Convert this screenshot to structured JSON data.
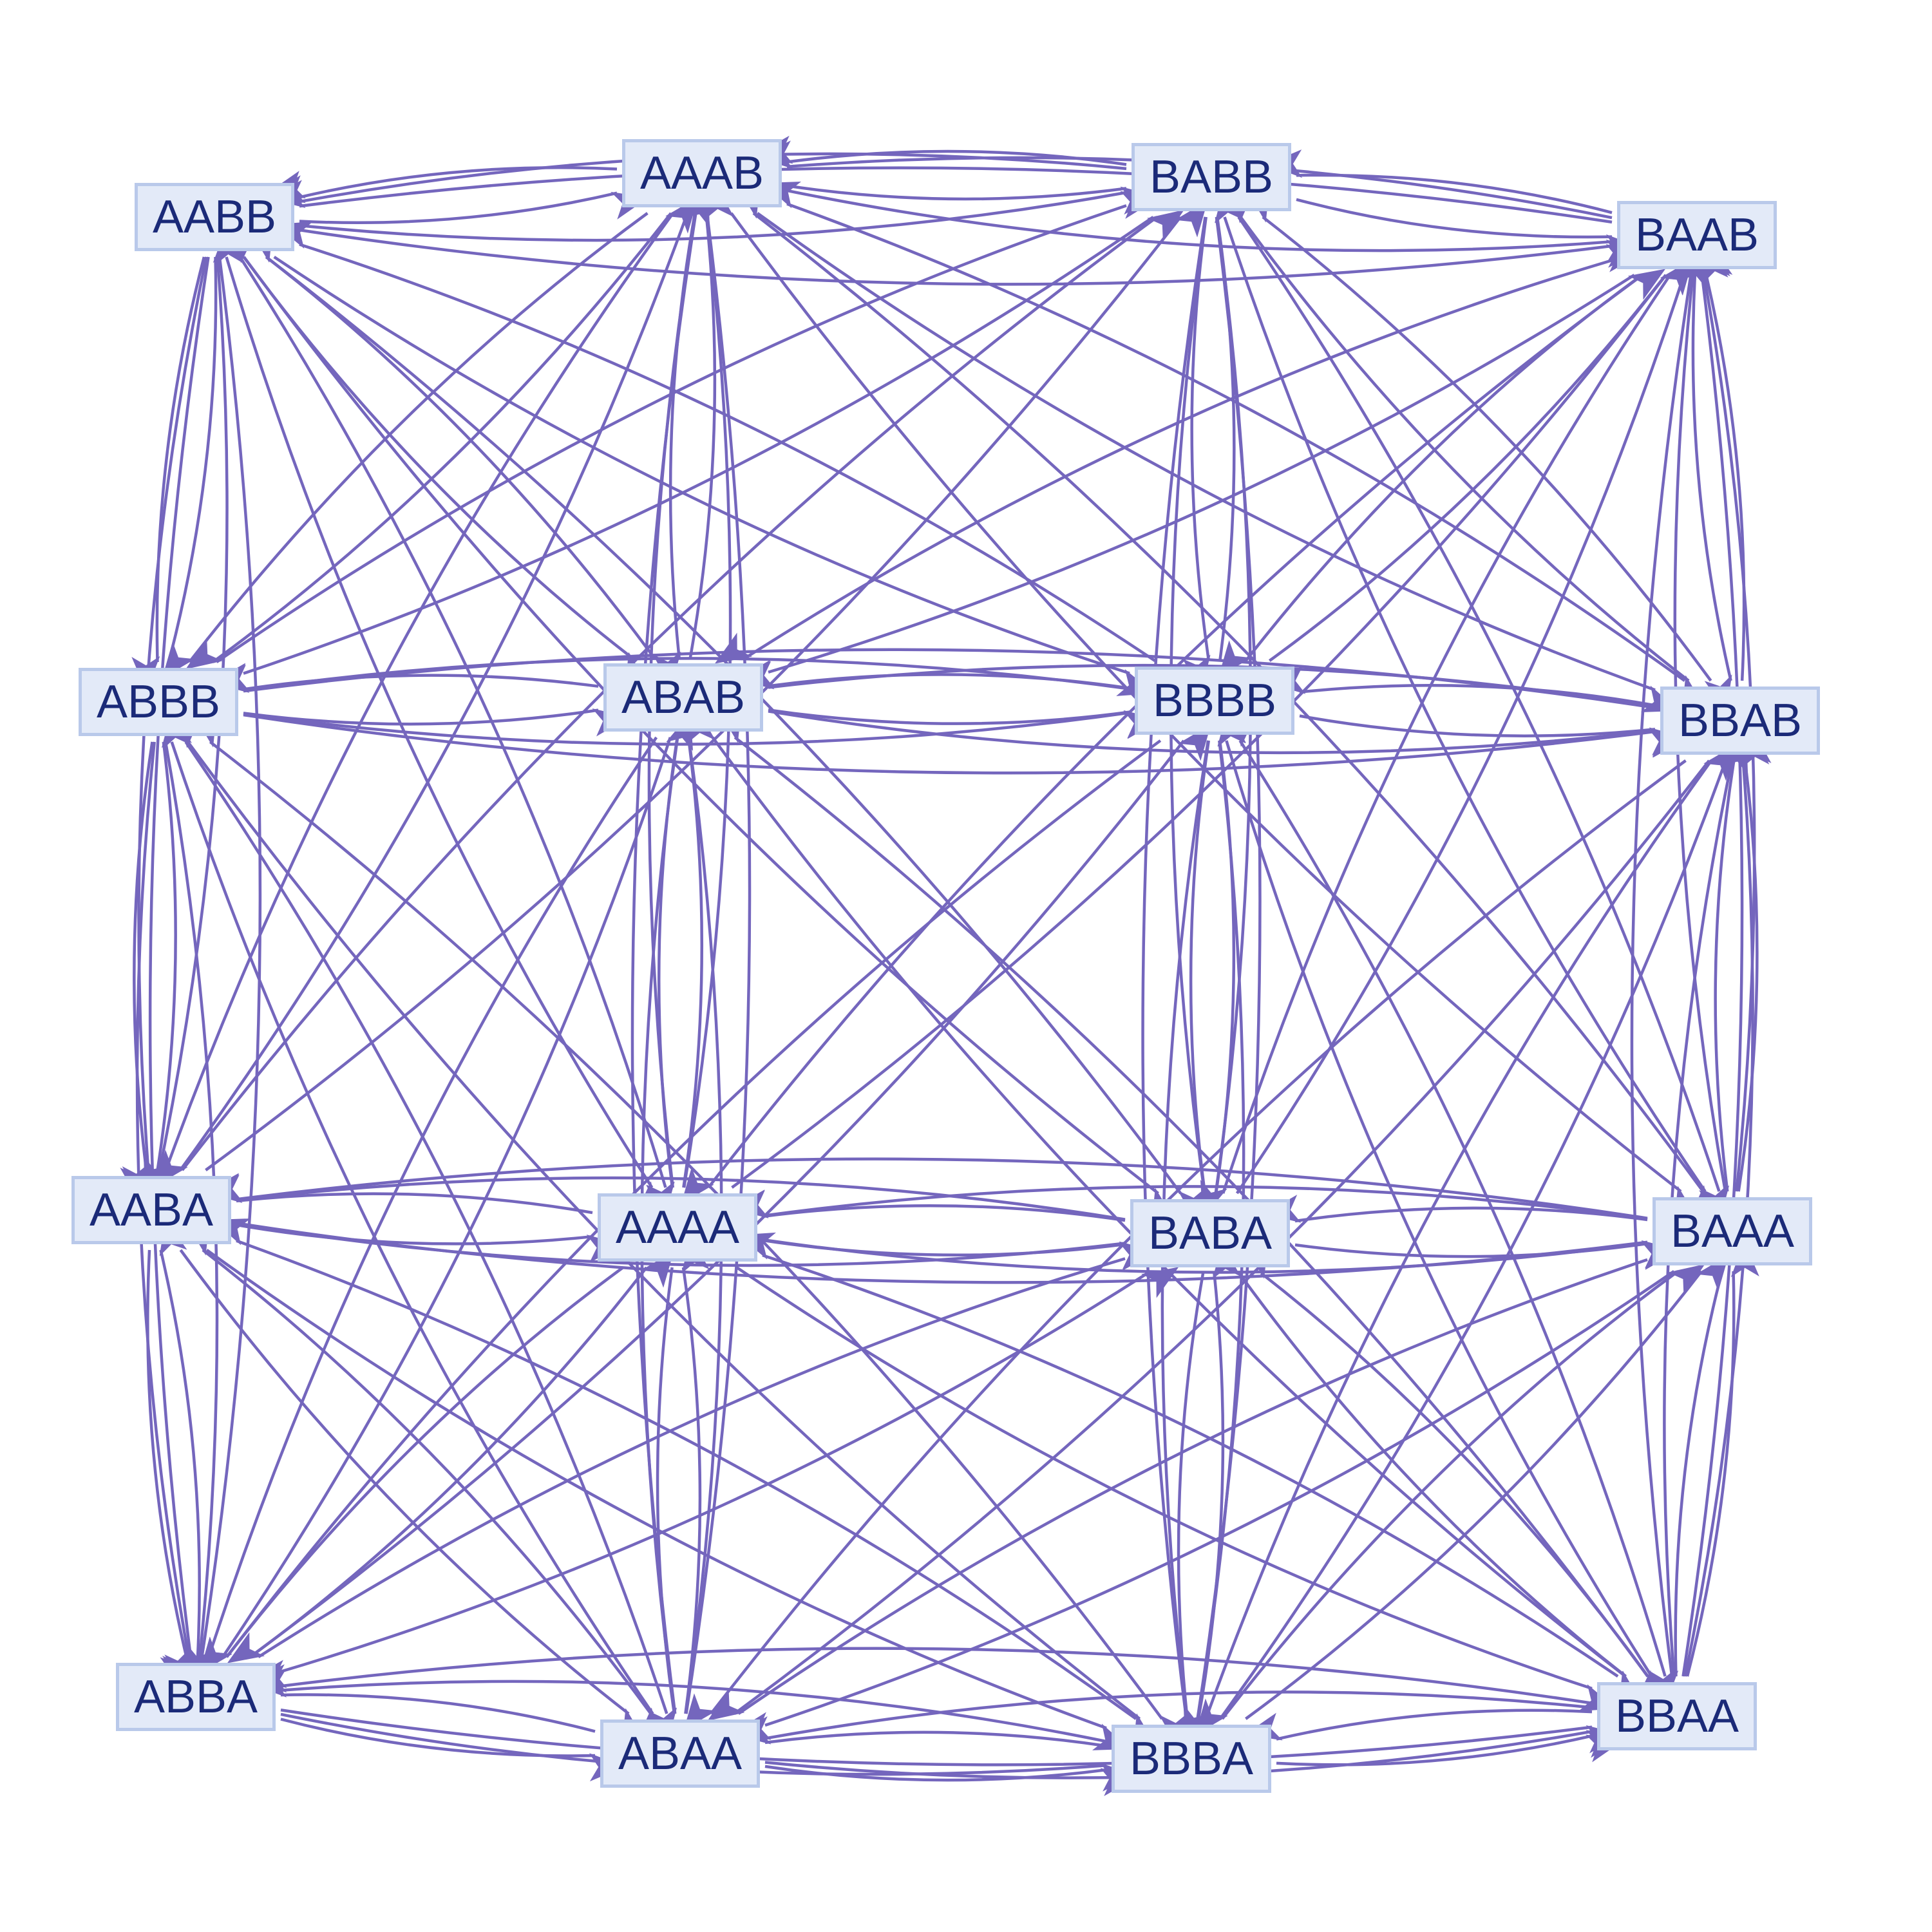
{
  "graph": {
    "nodes": [
      "AABB",
      "AAAB",
      "BABB",
      "BAAB",
      "ABBB",
      "ABAB",
      "BBBB",
      "BBAB",
      "AABA",
      "AAAA",
      "BABA",
      "BAAA",
      "ABBA",
      "ABAA",
      "BBBA",
      "BBAA"
    ],
    "directed": true,
    "edge_color": "#7466bd",
    "node_fill": "#e3eaf8",
    "node_border": "#b9c9ea",
    "label_color": "#1b2a78"
  }
}
